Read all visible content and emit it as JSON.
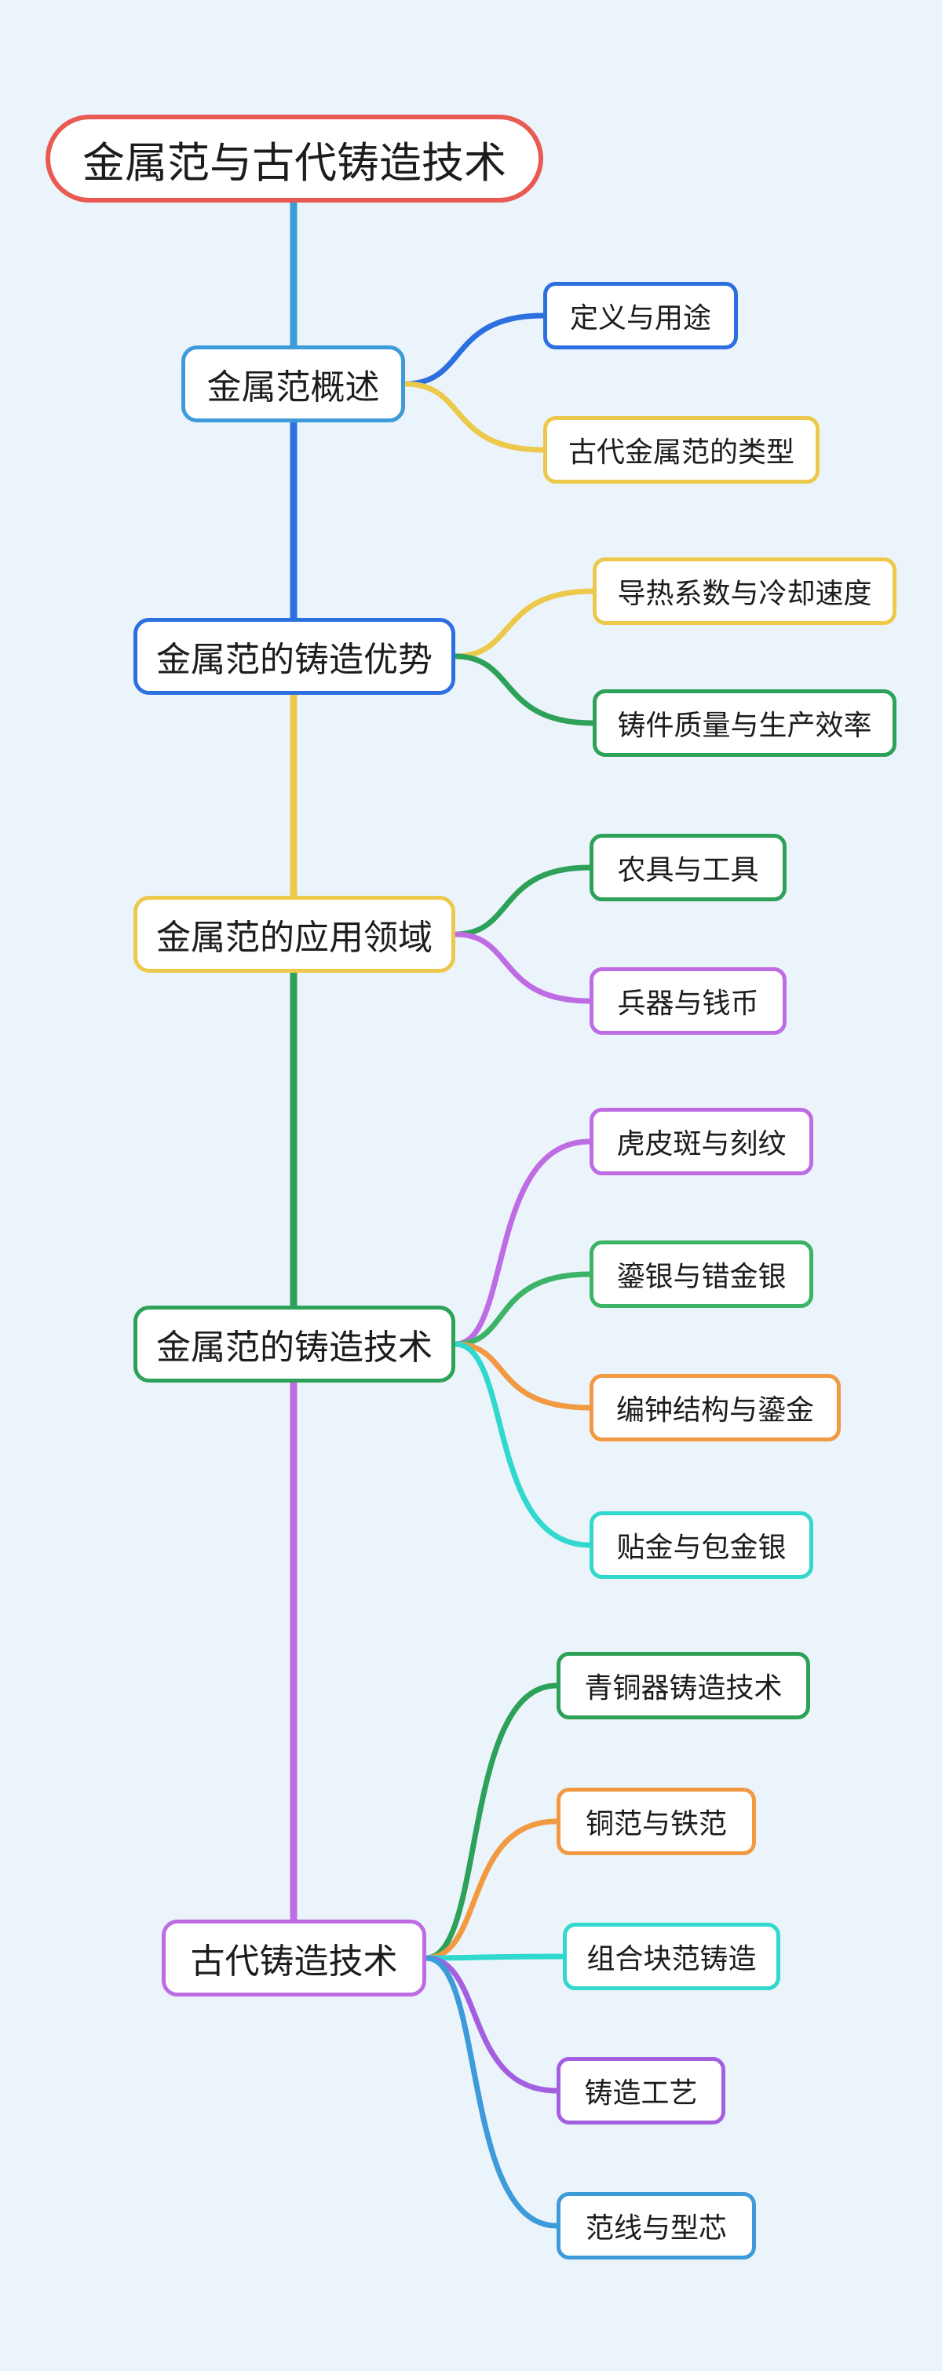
{
  "canvas": {
    "background_color": "#ECF4FB"
  },
  "root": {
    "label": "金属范与古代铸造技术",
    "color": "#E85A52"
  },
  "branches": [
    {
      "label": "金属范概述",
      "color": "#3D9BD9",
      "children": [
        {
          "label": "定义与用途",
          "color": "#2C6FE0"
        },
        {
          "label": "古代金属范的类型",
          "color": "#ECC94B"
        }
      ]
    },
    {
      "label": "金属范的铸造优势",
      "color": "#2C6FE0",
      "children": [
        {
          "label": "导热系数与冷却速度",
          "color": "#ECC94B"
        },
        {
          "label": "铸件质量与生产效率",
          "color": "#2EA158"
        }
      ]
    },
    {
      "label": "金属范的应用领域",
      "color": "#ECC94B",
      "children": [
        {
          "label": "农具与工具",
          "color": "#2EA158"
        },
        {
          "label": "兵器与钱币",
          "color": "#BE6CE4"
        }
      ]
    },
    {
      "label": "金属范的铸造技术",
      "color": "#2EA158",
      "children": [
        {
          "label": "虎皮斑与刻纹",
          "color": "#BE6CE4"
        },
        {
          "label": "鎏银与错金银",
          "color": "#3CB367"
        },
        {
          "label": "编钟结构与鎏金",
          "color": "#F19A41"
        },
        {
          "label": "贴金与包金银",
          "color": "#31D8CD"
        }
      ]
    },
    {
      "label": "古代铸造技术",
      "color": "#BE6CE4",
      "children": [
        {
          "label": "青铜器铸造技术",
          "color": "#2EA158"
        },
        {
          "label": "铜范与铁范",
          "color": "#F19A41"
        },
        {
          "label": "组合块范铸造",
          "color": "#31D8CD"
        },
        {
          "label": "铸造工艺",
          "color": "#A45FE0"
        },
        {
          "label": "范线与型芯",
          "color": "#3D9BD9"
        }
      ]
    }
  ]
}
